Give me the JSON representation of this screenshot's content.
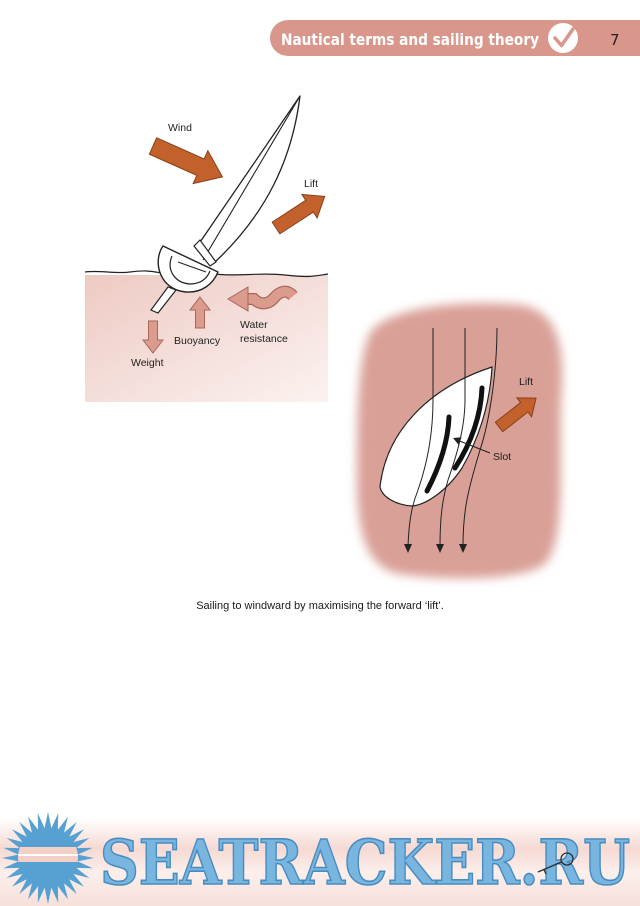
{
  "header": {
    "title": "Nautical terms and sailing theory",
    "page_number": "7",
    "icon": "check-circle-icon"
  },
  "figure_heel": {
    "wind": "Wind",
    "lift": "Lift",
    "buoyancy": "Buoyancy",
    "weight": "Weight",
    "water_resistance": [
      "Water",
      "resistance"
    ]
  },
  "figure_slot": {
    "lift": "Lift",
    "slot": "Slot"
  },
  "caption": "Sailing to windward by maximising the forward ‘lift’.",
  "watermark": {
    "text": "SEATRACKER.RU",
    "logo_icon": "sun-icon"
  },
  "colors": {
    "header_band": "#d9978c",
    "force_arrow": "#c2612b",
    "minor_arrow": "#dc9c8d",
    "water_tint": "#f0d3cd",
    "airflow_zone": "#d9a097",
    "watermark_blue": "#4f9bd0"
  }
}
